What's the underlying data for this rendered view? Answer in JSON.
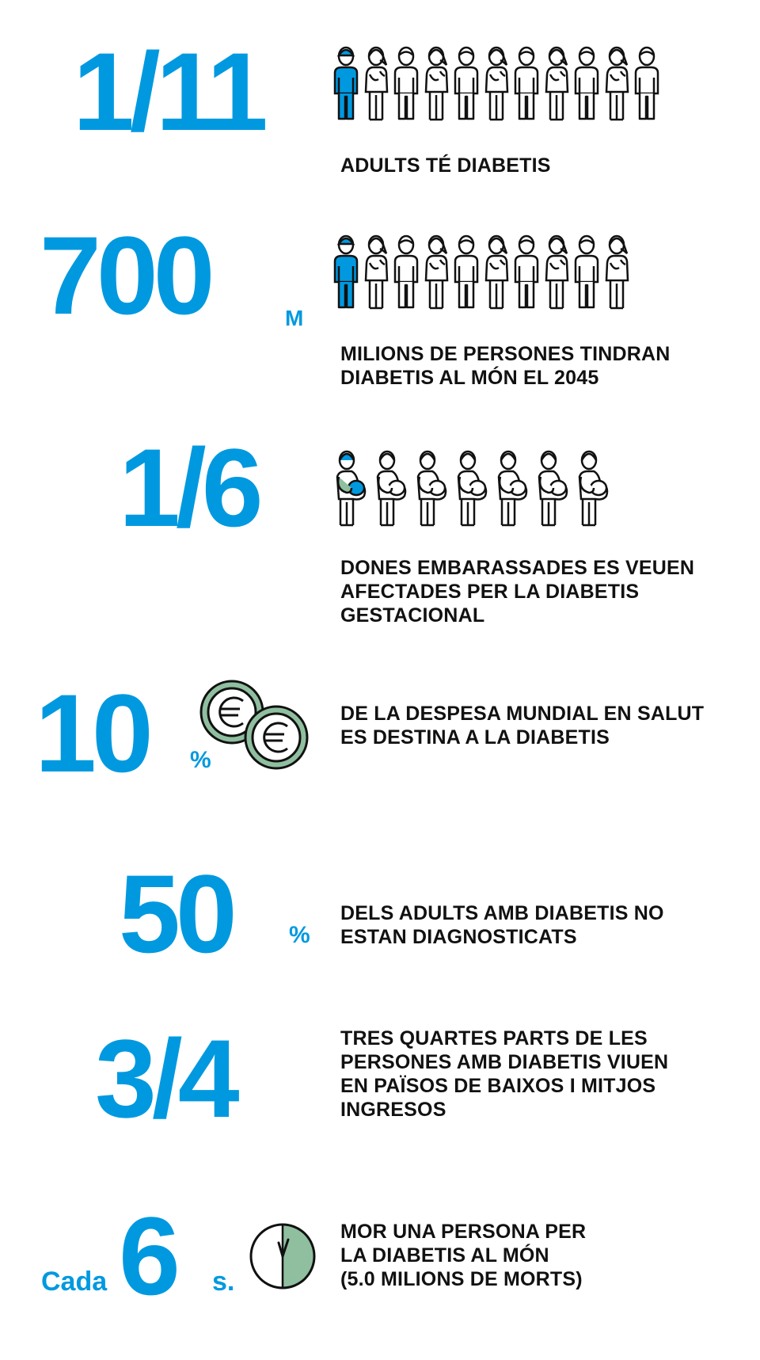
{
  "colors": {
    "accent": "#0099e0",
    "coin": "#8fbf9f",
    "text": "#111111"
  },
  "stats": [
    {
      "id": "adults",
      "value": "1/11",
      "suffix": "",
      "text_lines": [
        "ADULTS TÉ DIABETIS"
      ],
      "icon": "person-icons",
      "icon_count": 11,
      "highlighted_count": 1
    },
    {
      "id": "future",
      "value": "700",
      "suffix": "M",
      "text_lines": [
        "MILIONS DE PERSONES TINDRAN",
        "DIABETIS AL MÓN EL 2045"
      ],
      "icon": "person-icons",
      "icon_count": 10,
      "highlighted_count": 1
    },
    {
      "id": "gestational",
      "value": "1/6",
      "suffix": "",
      "text_lines": [
        "DONES EMBARASSADES ES VEUEN",
        "AFECTADES PER LA DIABETIS",
        "GESTACIONAL"
      ],
      "icon": "pregnant-woman-icons",
      "icon_count": 7,
      "highlighted_count": 1
    },
    {
      "id": "spending",
      "value": "10",
      "suffix": "%",
      "text_lines": [
        "DE LA DESPESA MUNDIAL EN SALUT",
        "ES DESTINA A LA DIABETIS"
      ],
      "icon": "euro-coin-icon"
    },
    {
      "id": "undiagnosed",
      "value": "50",
      "suffix": "%",
      "text_lines": [
        "DELS ADULTS AMB DIABETIS NO",
        "ESTAN DIAGNOSTICATS"
      ]
    },
    {
      "id": "income",
      "value": "3/4",
      "suffix": "",
      "text_lines": [
        "TRES QUARTES PARTS DE LES",
        "PERSONES AMB DIABETIS VIUEN",
        "EN PAÏSOS DE BAIXOS I MITJOS",
        "INGRESOS"
      ]
    },
    {
      "id": "deaths",
      "prefix": "Cada",
      "value": "6",
      "suffix": "s.",
      "text_lines": [
        "MOR UNA PERSONA PER",
        "LA DIABETIS AL MÓN",
        "(5.0 MILIONS DE MORTS)"
      ],
      "icon": "clock-icon",
      "clock_fraction": 0.5
    }
  ]
}
